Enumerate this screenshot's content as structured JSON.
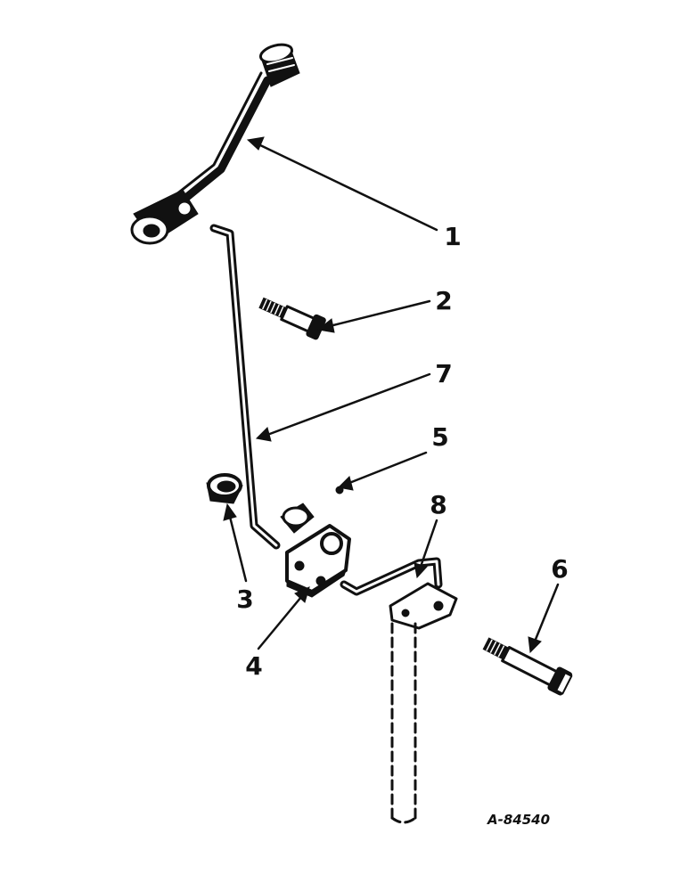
{
  "diagram": {
    "callouts": [
      {
        "id": "1",
        "label": "1"
      },
      {
        "id": "2",
        "label": "2"
      },
      {
        "id": "3",
        "label": "3"
      },
      {
        "id": "4",
        "label": "4"
      },
      {
        "id": "5",
        "label": "5"
      },
      {
        "id": "6",
        "label": "6"
      },
      {
        "id": "7",
        "label": "7"
      },
      {
        "id": "8",
        "label": "8"
      }
    ],
    "drawing_code": "A-84540",
    "colors": {
      "ink": "#111111",
      "paper": "#ffffff"
    }
  }
}
